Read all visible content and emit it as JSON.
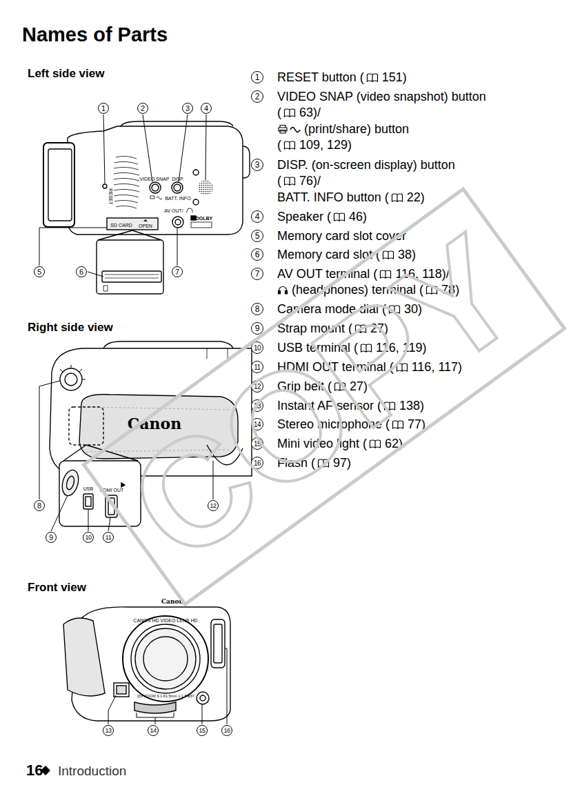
{
  "diagram": {
    "title": "Names of Parts",
    "labels": [
      "Left side view",
      "Right side view",
      "Front view",
      "1",
      "RESET button (",
      "151)",
      "2",
      "VIDEO SNAP (video snapshot) button",
      "(",
      "63)/",
      "(print/share) button",
      "(",
      "109, 129)",
      "3",
      "DISP. (on-screen display) button",
      "(",
      "76)/",
      "BATT. INFO button (",
      "22)",
      "4",
      "Speaker (",
      "46)",
      "5",
      "Memory card slot cover",
      "6",
      "Memory card slot (",
      "38)",
      "7",
      "AV OUT terminal (",
      "116, 118)/",
      "(headphones) terminal (",
      "78)",
      "8",
      "Camera mode dial (",
      "30)",
      "9",
      "Strap mount (",
      "27)",
      "10",
      "USB terminal (",
      "116, 119)",
      "11",
      "HDMI OUT terminal (",
      "116, 117)",
      "12",
      "Grip belt (",
      "27)",
      "13",
      "Instant AF sensor (",
      "138)",
      "14",
      "Stereo microphone (",
      "77)",
      "15",
      "Mini video light (",
      "62)",
      "16",
      "Flash (",
      "97)",
      "1",
      "2",
      "3",
      "4",
      "5",
      "6",
      "7",
      "8",
      "9",
      "10",
      "11",
      "12",
      "13",
      "14",
      "15",
      "16",
      "RESET",
      "VIDEO SNAP",
      "DISP.",
      "BATT. INFO",
      "AV OUT/",
      "SD CARD",
      "OPEN",
      "DOLBY",
      "Canon",
      "USB",
      "HDMI OUT",
      "Canon",
      "CANON HD VIDEO LENS HD",
      "15× ZOOM 6.1-61.5mm 1:1.8 ø37",
      "COPY",
      "16",
      "Introduction"
    ]
  }
}
